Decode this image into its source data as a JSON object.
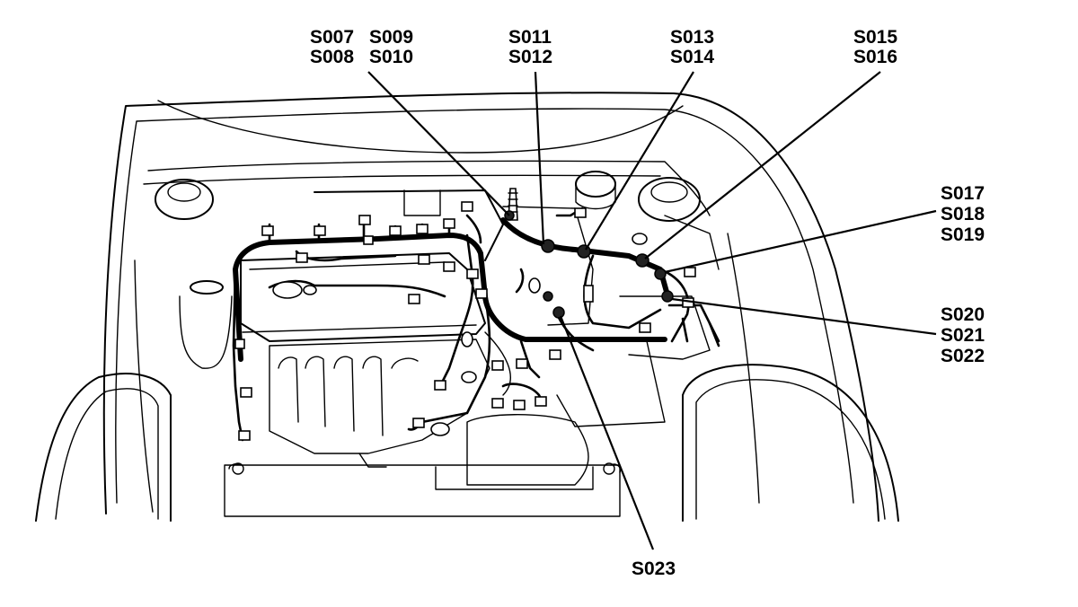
{
  "labels": {
    "s007": "S007",
    "s008": "S008",
    "s009": "S009",
    "s010": "S010",
    "s011": "S011",
    "s012": "S012",
    "s013": "S013",
    "s014": "S014",
    "s015": "S015",
    "s016": "S016",
    "s017": "S017",
    "s018": "S018",
    "s019": "S019",
    "s020": "S020",
    "s021": "S021",
    "s022": "S022",
    "s023": "S023"
  }
}
